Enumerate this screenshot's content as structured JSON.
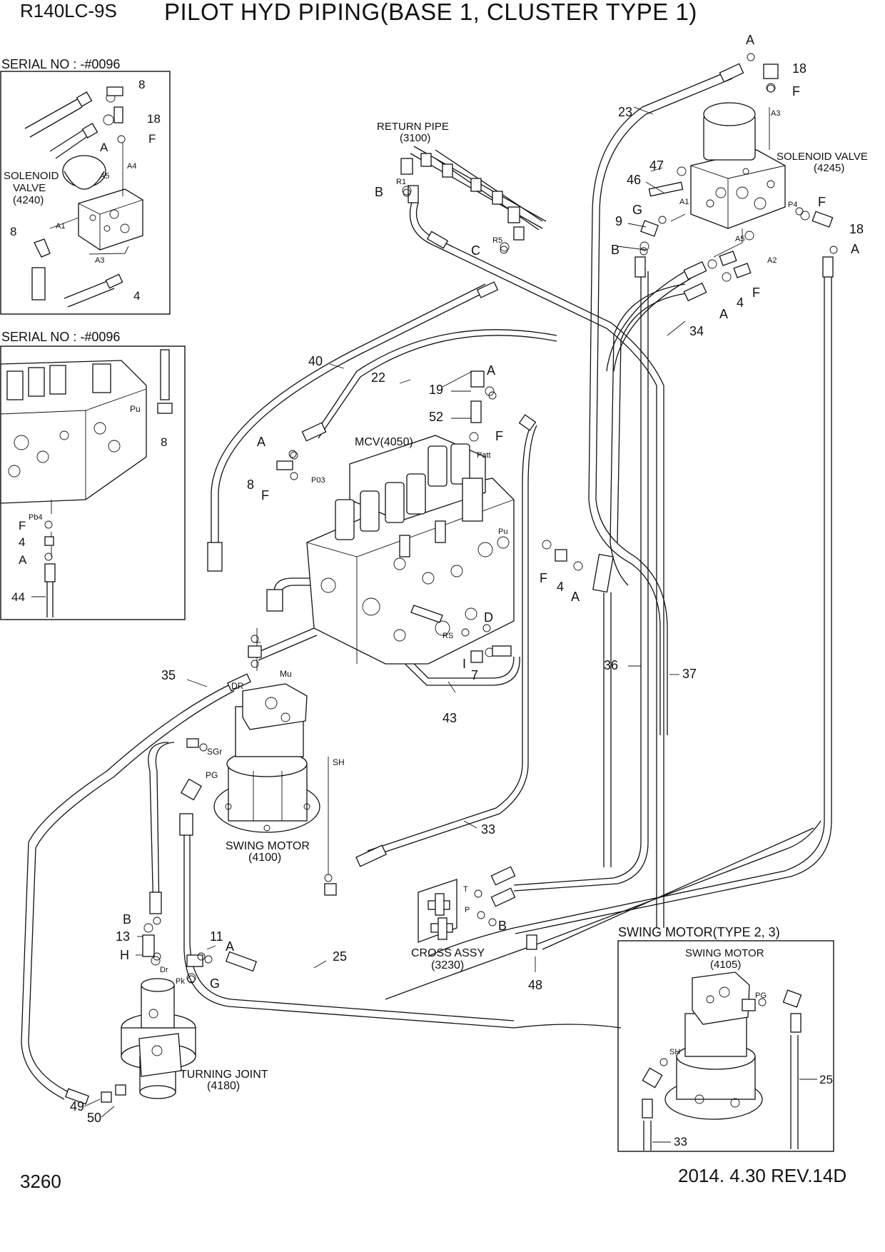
{
  "header": {
    "model": "R140LC-9S",
    "title": "PILOT HYD PIPING(BASE 1, CLUSTER TYPE 1)"
  },
  "footer": {
    "page": "3260",
    "revision": "2014. 4.30  REV.14D"
  },
  "insets": {
    "serial_top": "SERIAL NO : -#0096",
    "serial_mid": "SERIAL NO : -#0096",
    "swing_type": "SWING MOTOR(TYPE 2, 3)"
  },
  "components": {
    "return_pipe": [
      "RETURN PIPE",
      "(3100)"
    ],
    "solenoid_main": [
      "SOLENOID VALVE",
      "(4245)"
    ],
    "solenoid_inset": [
      "SOLENOID",
      "VALVE",
      "(4240)"
    ],
    "mcv": "MCV(4050)",
    "swing_motor": [
      "SWING MOTOR",
      "(4100)"
    ],
    "swing_motor_inset": [
      "SWING MOTOR",
      "(4105)"
    ],
    "cross_assy": [
      "CROSS ASSY",
      "(3230)"
    ],
    "turning_joint": [
      "TURNING JOINT",
      "(4180)"
    ]
  },
  "callouts": {
    "n4": "4",
    "n7": "7",
    "n8": "8",
    "n9": "9",
    "n11": "11",
    "n13": "13",
    "n18": "18",
    "n19": "19",
    "n22": "22",
    "n23": "23",
    "n25": "25",
    "n33": "33",
    "n34": "34",
    "n35": "35",
    "n36": "36",
    "n37": "37",
    "n40": "40",
    "n43": "43",
    "n44": "44",
    "n46": "46",
    "n47": "47",
    "n48": "48",
    "n49": "49",
    "n50": "50",
    "n52": "52",
    "A": "A",
    "B": "B",
    "C": "C",
    "D": "D",
    "F": "F",
    "G": "G",
    "H": "H",
    "I": "I"
  },
  "ports": {
    "A1": "A1",
    "A2": "A2",
    "A3": "A3",
    "A4": "A4",
    "A5": "A5",
    "P4": "P4",
    "R1": "R1",
    "R5": "R5",
    "P03": "P03",
    "Patt": "Patt",
    "Pu": "Pu",
    "Pb4": "Pb4",
    "RS": "RS",
    "DR": "DR",
    "Mu": "Mu",
    "SGr": "SGr",
    "PG": "PG",
    "SH": "SH",
    "T": "T",
    "P": "P",
    "Dr": "Dr",
    "Pk": "Pk"
  }
}
